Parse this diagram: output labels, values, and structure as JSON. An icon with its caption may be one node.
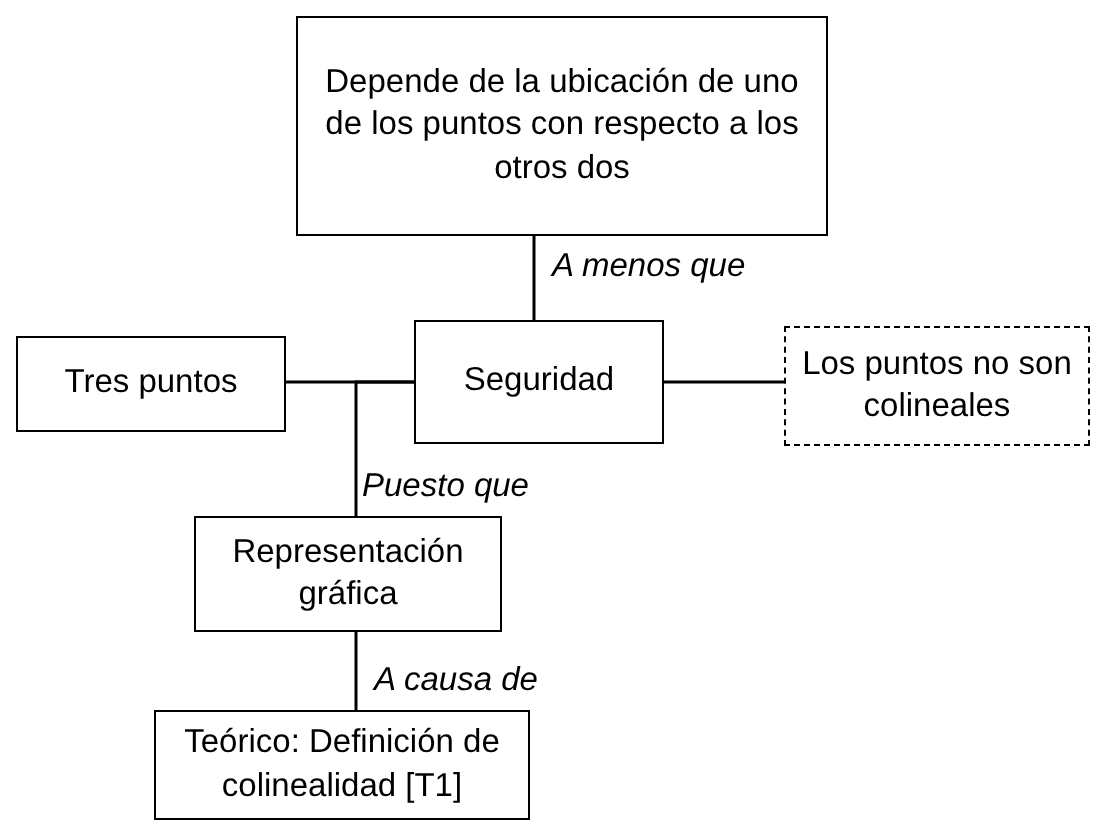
{
  "diagram": {
    "nodes": [
      {
        "text": [
          "Depende de la ubicación de uno de los puntos con respecto a los otros dos"
        ]
      },
      {
        "text": [
          "Tres puntos"
        ]
      },
      {
        "text": [
          "Seguridad"
        ]
      },
      {
        "text": [
          "Los puntos no son colineales"
        ]
      },
      {
        "text": [
          "Representación gráfica"
        ]
      },
      {
        "text": [
          "Teórico: Definición de colinealidad  [T1]"
        ]
      }
    ],
    "edges": [
      {
        "from": 0,
        "to": 2,
        "arrow": "none",
        "label": "A menos que"
      },
      {
        "from": 1,
        "to": 2,
        "arrow": "none"
      },
      {
        "from": 2,
        "to": 3,
        "arrow": "none"
      },
      {
        "from": 2,
        "to": 4,
        "arrow": "none",
        "label": "Puesto que"
      },
      {
        "from": 4,
        "to": 5,
        "arrow": "none",
        "label": "A causa de"
      }
    ]
  }
}
